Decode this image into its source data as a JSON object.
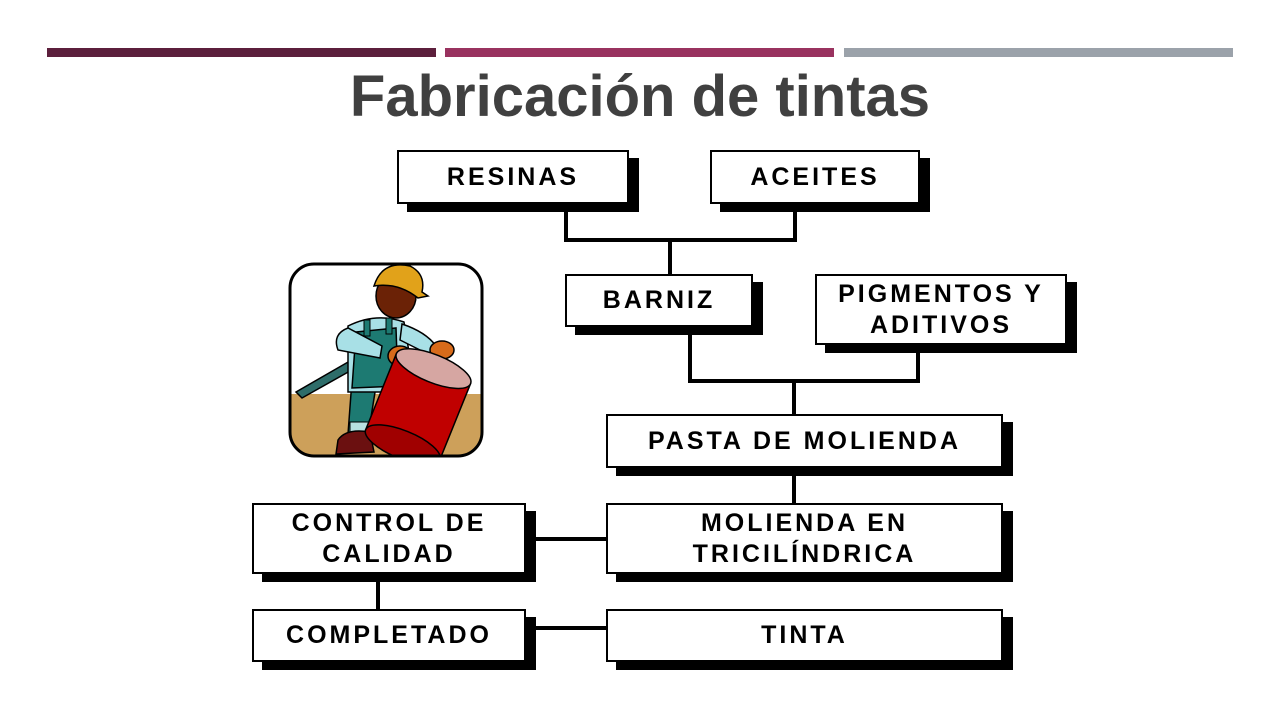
{
  "title": "Fabricación de tintas",
  "colors": {
    "bar_1": "#5c1f3c",
    "bar_2": "#99325f",
    "bar_3": "#9ba2aa",
    "title": "#404040",
    "box_border": "#000000"
  },
  "boxes": {
    "resinas": "RESINAS",
    "aceites": "ACEITES",
    "barniz": "BARNIZ",
    "pigmentos": "PIGMENTOS Y\nADITIVOS",
    "pasta": "PASTA DE MOLIENDA",
    "control": "CONTROL DE\nCALIDAD",
    "molienda": "MOLIENDA EN\nTRICILÍNDRICA",
    "completado": "COMPLETADO",
    "tinta": "TINTA"
  },
  "illustration": {
    "icon": "worker-with-barrel-icon"
  }
}
